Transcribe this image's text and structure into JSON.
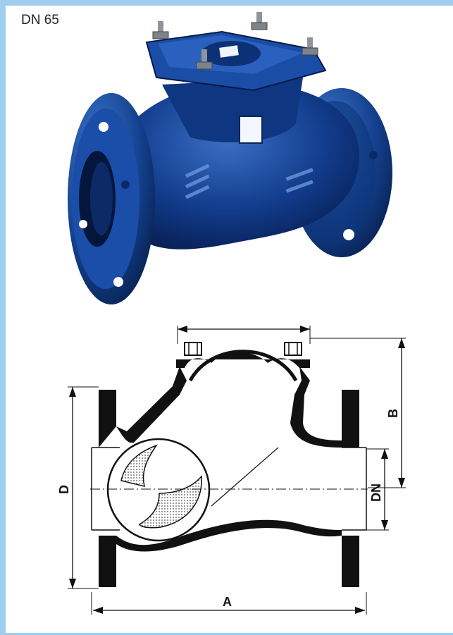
{
  "header": {
    "size_label": "DN 65"
  },
  "drawing": {
    "dimension_labels": {
      "a": "A",
      "b": "B",
      "d": "D",
      "dn": "DN"
    }
  },
  "colors": {
    "frame": "#9fcdee",
    "valve_body": "#123c8c",
    "valve_shadow": "#061a4a",
    "valve_highlight": "#3a6fc4",
    "drawing_ink": "#111111"
  }
}
